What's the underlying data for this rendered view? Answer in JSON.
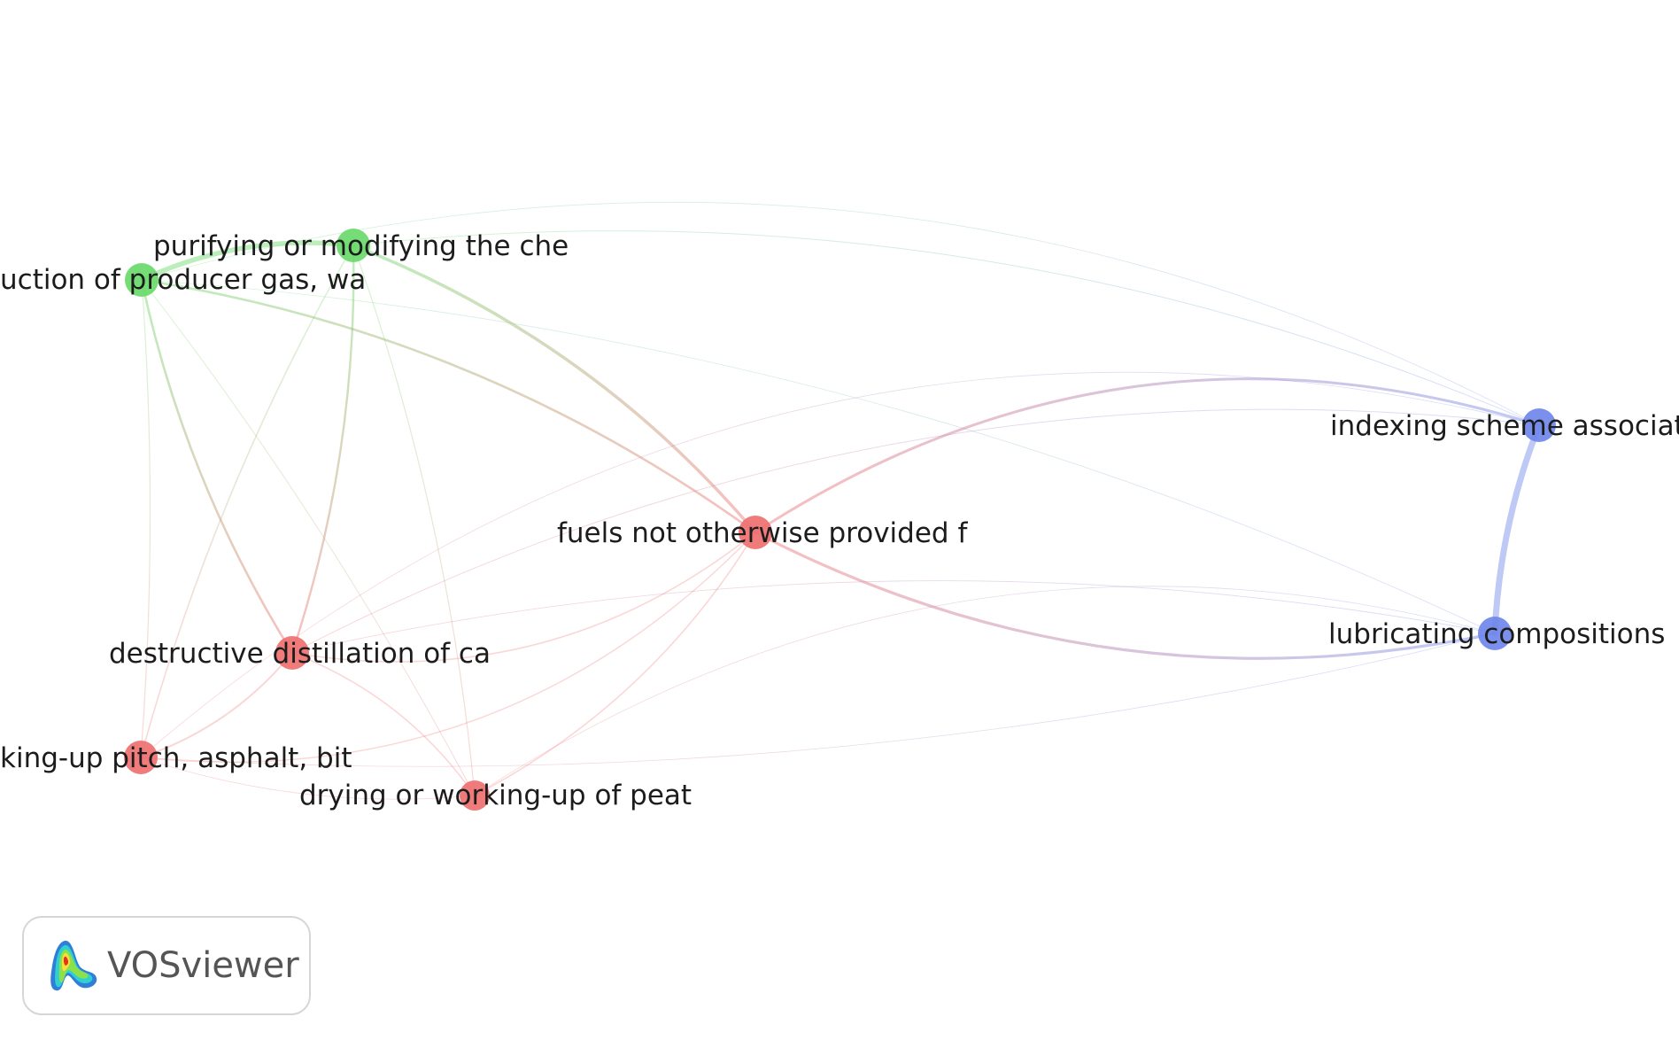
{
  "chart_data": {
    "type": "network",
    "nodes": [
      {
        "id": "n1",
        "label": "uction of producer gas, wa",
        "cluster": "green"
      },
      {
        "id": "n2",
        "label": "purifying or modifying the che",
        "cluster": "green"
      },
      {
        "id": "n3",
        "label": "fuels not otherwise provided f",
        "cluster": "red"
      },
      {
        "id": "n4",
        "label": "destructive distillation of ca",
        "cluster": "red"
      },
      {
        "id": "n5",
        "label": "king-up pitch, asphalt, bit",
        "cluster": "red"
      },
      {
        "id": "n6",
        "label": "drying or working-up of peat",
        "cluster": "red"
      },
      {
        "id": "n7",
        "label": "indexing scheme associate",
        "cluster": "blue"
      },
      {
        "id": "n8",
        "label": "lubricating compositions",
        "cluster": "blue"
      }
    ],
    "edges": [
      {
        "source": "n1",
        "target": "n2"
      },
      {
        "source": "n2",
        "target": "n3"
      },
      {
        "source": "n1",
        "target": "n3"
      },
      {
        "source": "n1",
        "target": "n4"
      },
      {
        "source": "n2",
        "target": "n4"
      },
      {
        "source": "n2",
        "target": "n5"
      },
      {
        "source": "n1",
        "target": "n5"
      },
      {
        "source": "n1",
        "target": "n6"
      },
      {
        "source": "n2",
        "target": "n6"
      },
      {
        "source": "n2",
        "target": "n7"
      },
      {
        "source": "n1",
        "target": "n7"
      },
      {
        "source": "n1",
        "target": "n8"
      },
      {
        "source": "n3",
        "target": "n4"
      },
      {
        "source": "n3",
        "target": "n5"
      },
      {
        "source": "n3",
        "target": "n6"
      },
      {
        "source": "n3",
        "target": "n7"
      },
      {
        "source": "n3",
        "target": "n8"
      },
      {
        "source": "n4",
        "target": "n5"
      },
      {
        "source": "n4",
        "target": "n6"
      },
      {
        "source": "n4",
        "target": "n7"
      },
      {
        "source": "n4",
        "target": "n8"
      },
      {
        "source": "n5",
        "target": "n6"
      },
      {
        "source": "n5",
        "target": "n7"
      },
      {
        "source": "n5",
        "target": "n8"
      },
      {
        "source": "n6",
        "target": "n8"
      },
      {
        "source": "n7",
        "target": "n8"
      }
    ],
    "cluster_colors": {
      "green": "#6ad96a",
      "red": "#ee7070",
      "blue": "#6f87ea"
    }
  },
  "logo": {
    "text": "VOSviewer"
  }
}
